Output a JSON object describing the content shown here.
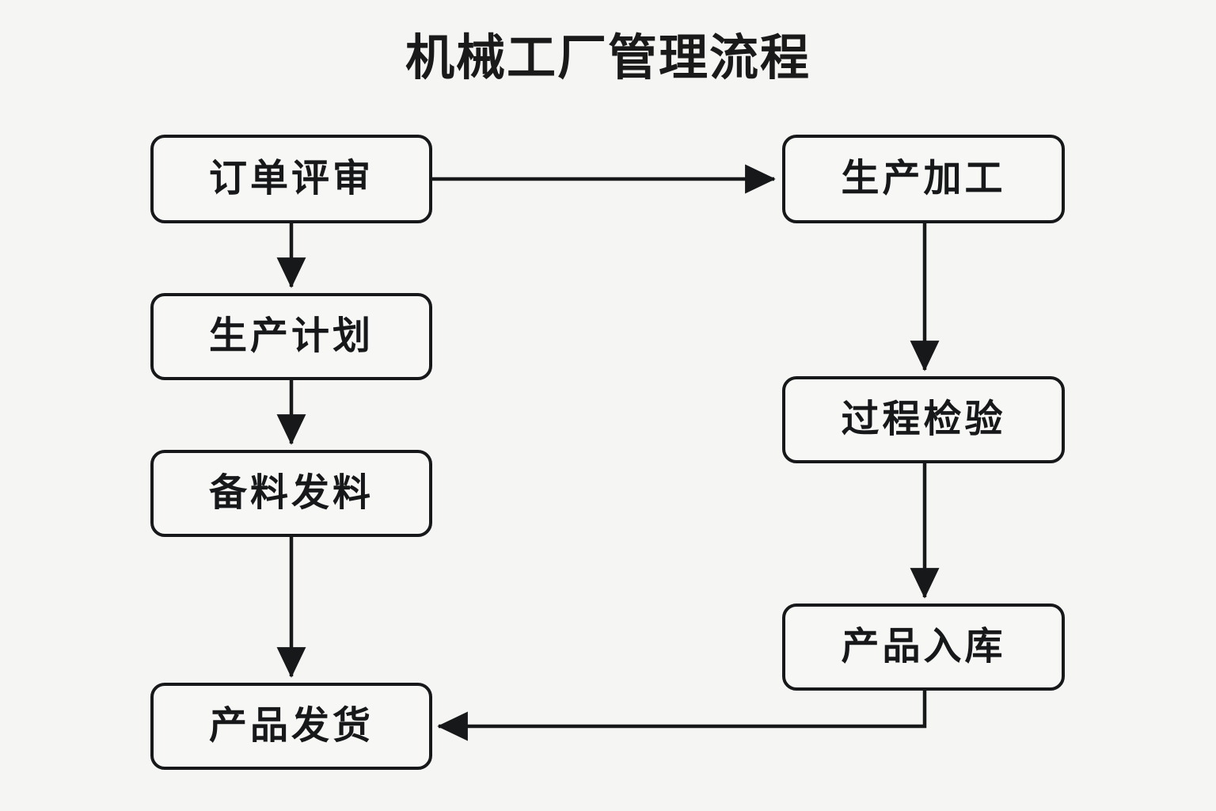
{
  "diagram": {
    "title": "机械工厂管理流程",
    "background_color": "#f5f5f3",
    "line_color": "#17181a",
    "node_fill": "#f7f7f5",
    "nodes": [
      {
        "id": "order-review",
        "label": "订单评审",
        "column": "left",
        "order": 1
      },
      {
        "id": "production-plan",
        "label": "生产计划",
        "column": "left",
        "order": 2
      },
      {
        "id": "material-prep",
        "label": "备料发料",
        "column": "left",
        "order": 3
      },
      {
        "id": "product-shipment",
        "label": "产品发货",
        "column": "left",
        "order": 4
      },
      {
        "id": "production-process",
        "label": "生产加工",
        "column": "right",
        "order": 1
      },
      {
        "id": "process-inspect",
        "label": "过程检验",
        "column": "right",
        "order": 2
      },
      {
        "id": "product-storage",
        "label": "产品入库",
        "column": "right",
        "order": 3
      }
    ],
    "edges": [
      {
        "from": "order-review",
        "to": "production-process",
        "direction": "right"
      },
      {
        "from": "order-review",
        "to": "production-plan",
        "direction": "down"
      },
      {
        "from": "production-plan",
        "to": "material-prep",
        "direction": "down"
      },
      {
        "from": "material-prep",
        "to": "product-shipment",
        "direction": "down"
      },
      {
        "from": "production-process",
        "to": "process-inspect",
        "direction": "down"
      },
      {
        "from": "process-inspect",
        "to": "product-storage",
        "direction": "down"
      },
      {
        "from": "product-storage",
        "to": "product-shipment",
        "direction": "left"
      }
    ]
  }
}
